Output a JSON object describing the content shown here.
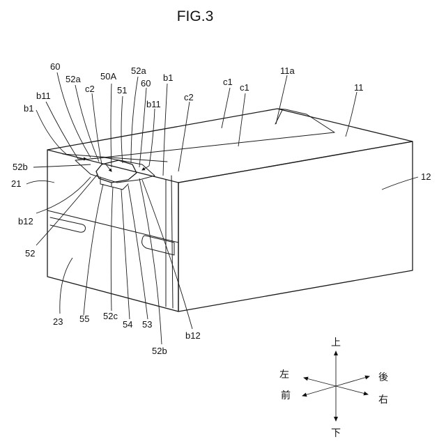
{
  "title": "FIG.3",
  "labels": {
    "l60a": "60",
    "l52a1": "52a",
    "l50A": "50A",
    "l52a2": "52a",
    "lb1t": "b1",
    "l11a": "11a",
    "lc1a": "c1",
    "lc1b": "c1",
    "l11": "11",
    "lc2a": "c2",
    "l51": "51",
    "l60b": "60",
    "lc2b": "c2",
    "lb11a": "b11",
    "lb11b": "b11",
    "lb1l": "b1",
    "l52b1": "52b",
    "l21": "21",
    "l12": "12",
    "lb12a": "b12",
    "l52": "52",
    "l23": "23",
    "l55": "55",
    "l52c": "52c",
    "l54": "54",
    "l53": "53",
    "lb12b": "b12",
    "l52b2": "52b"
  },
  "directions": {
    "up": "上",
    "down": "下",
    "left": "左",
    "right": "右",
    "front": "前",
    "back": "後"
  }
}
